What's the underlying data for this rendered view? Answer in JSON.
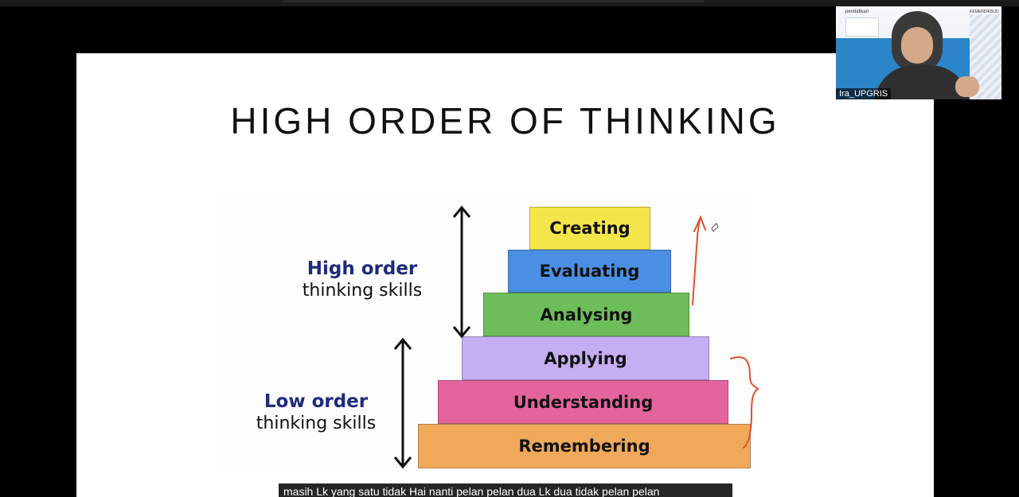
{
  "slide": {
    "title": "HIGH ORDER OF THINKING",
    "pyramid": [
      {
        "label": "Creating",
        "color": "#f4e64a"
      },
      {
        "label": "Evaluating",
        "color": "#4a8fe3"
      },
      {
        "label": "Analysing",
        "color": "#6dbd5a"
      },
      {
        "label": "Applying",
        "color": "#c6aef2"
      },
      {
        "label": "Understanding",
        "color": "#e4649e"
      },
      {
        "label": "Remembering",
        "color": "#f0a95a"
      }
    ],
    "high_order": {
      "strong": "High order",
      "weak": "thinking skills"
    },
    "low_order": {
      "strong": "Low order",
      "weak": "thinking skills"
    },
    "annotation_color": "#e0502a"
  },
  "caption": {
    "text": "masih Lk yang satu tidak Hai nanti pelan pelan dua Lk dua tidak pelan pelan"
  },
  "participant": {
    "name": "Ira_UPGRIS",
    "brand_text": "pendidikan",
    "brand_text_right": "KEMENDIKBUD"
  }
}
